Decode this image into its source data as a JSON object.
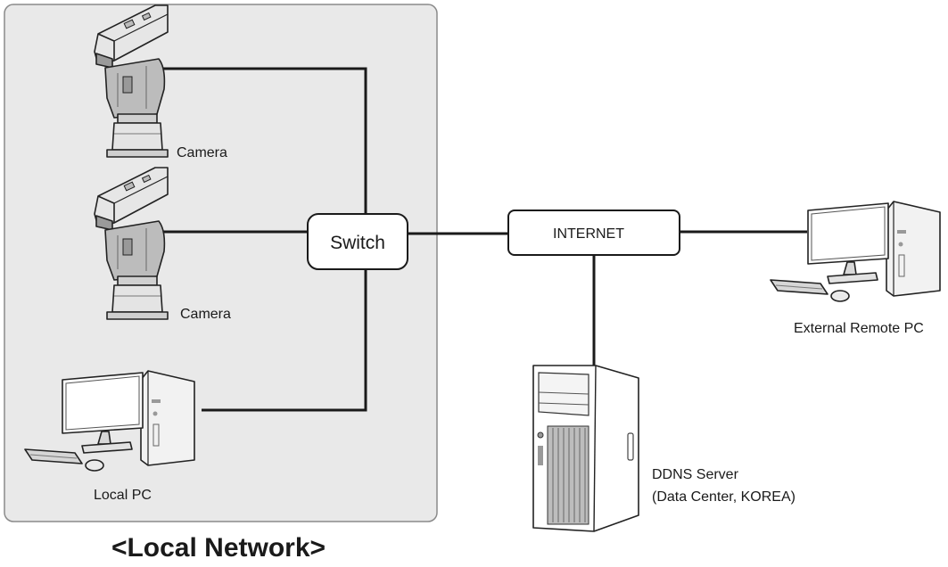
{
  "diagram": {
    "region_title": "<Local Network>",
    "nodes": {
      "camera_1": {
        "label": "Camera"
      },
      "camera_2": {
        "label": "Camera"
      },
      "local_pc": {
        "label": "Local PC"
      },
      "switch": {
        "label": "Switch"
      },
      "internet": {
        "label": "INTERNET"
      },
      "remote_pc": {
        "label": "External Remote PC"
      },
      "ddns_server": {
        "label_line1": "DDNS Server",
        "label_line2": "(Data Center, KOREA)"
      }
    },
    "colors": {
      "region_fill": "#e9e9e9",
      "region_stroke": "#8a8a8a",
      "line": "#1a1a1a",
      "device_light": "#ececec",
      "device_mid": "#bdbdbd",
      "device_dark": "#8c8c8c"
    }
  }
}
